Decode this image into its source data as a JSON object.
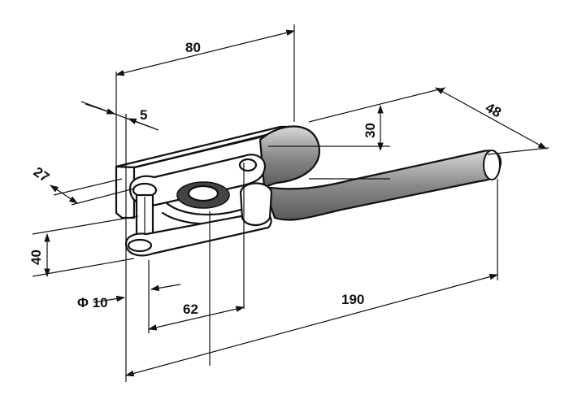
{
  "dimensions": {
    "width_80": "80",
    "thickness_5": "5",
    "height_30": "30",
    "depth_48": "48",
    "offset_27": "27",
    "height_40": "40",
    "diameter_10": "Φ 10",
    "spacing_62": "62",
    "length_190": "190"
  },
  "colors": {
    "line": "#111111",
    "shading": "#9a9a9a",
    "background": "#ffffff"
  }
}
